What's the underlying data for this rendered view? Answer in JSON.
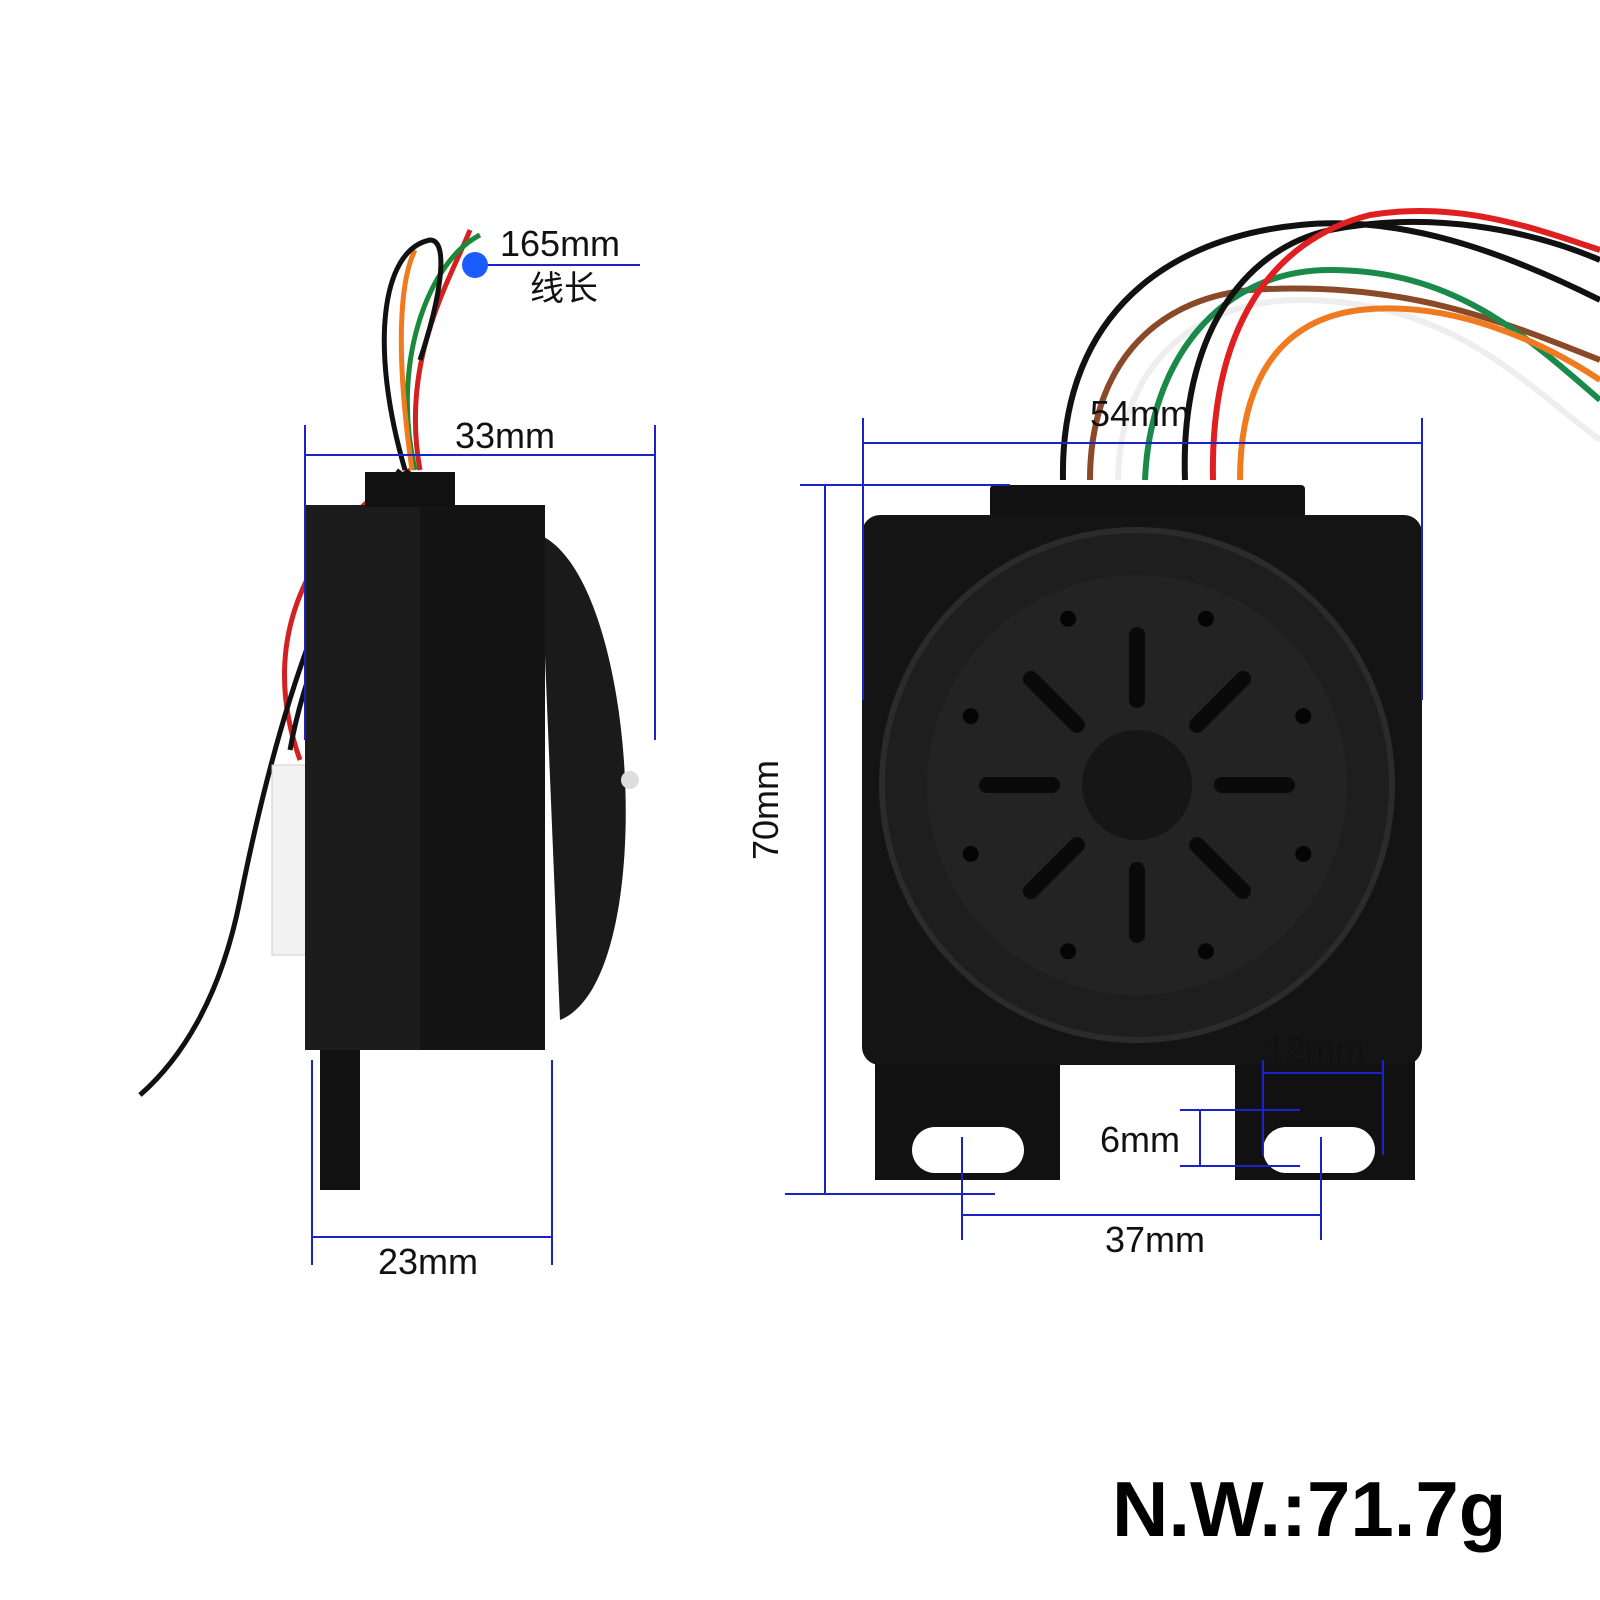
{
  "colors": {
    "dimension_line": "#1a22c8",
    "marker": "#1a5cff",
    "body": "#111111"
  },
  "side_view": {
    "wire_length": "165mm",
    "wire_length_caption": "线长",
    "total_depth": "33mm",
    "body_depth": "23mm"
  },
  "front_view": {
    "width": "54mm",
    "height": "70mm",
    "slot_length": "12mm",
    "slot_width": "6mm",
    "hole_spacing": "37mm"
  },
  "net_weight": "N.W.:71.7g"
}
